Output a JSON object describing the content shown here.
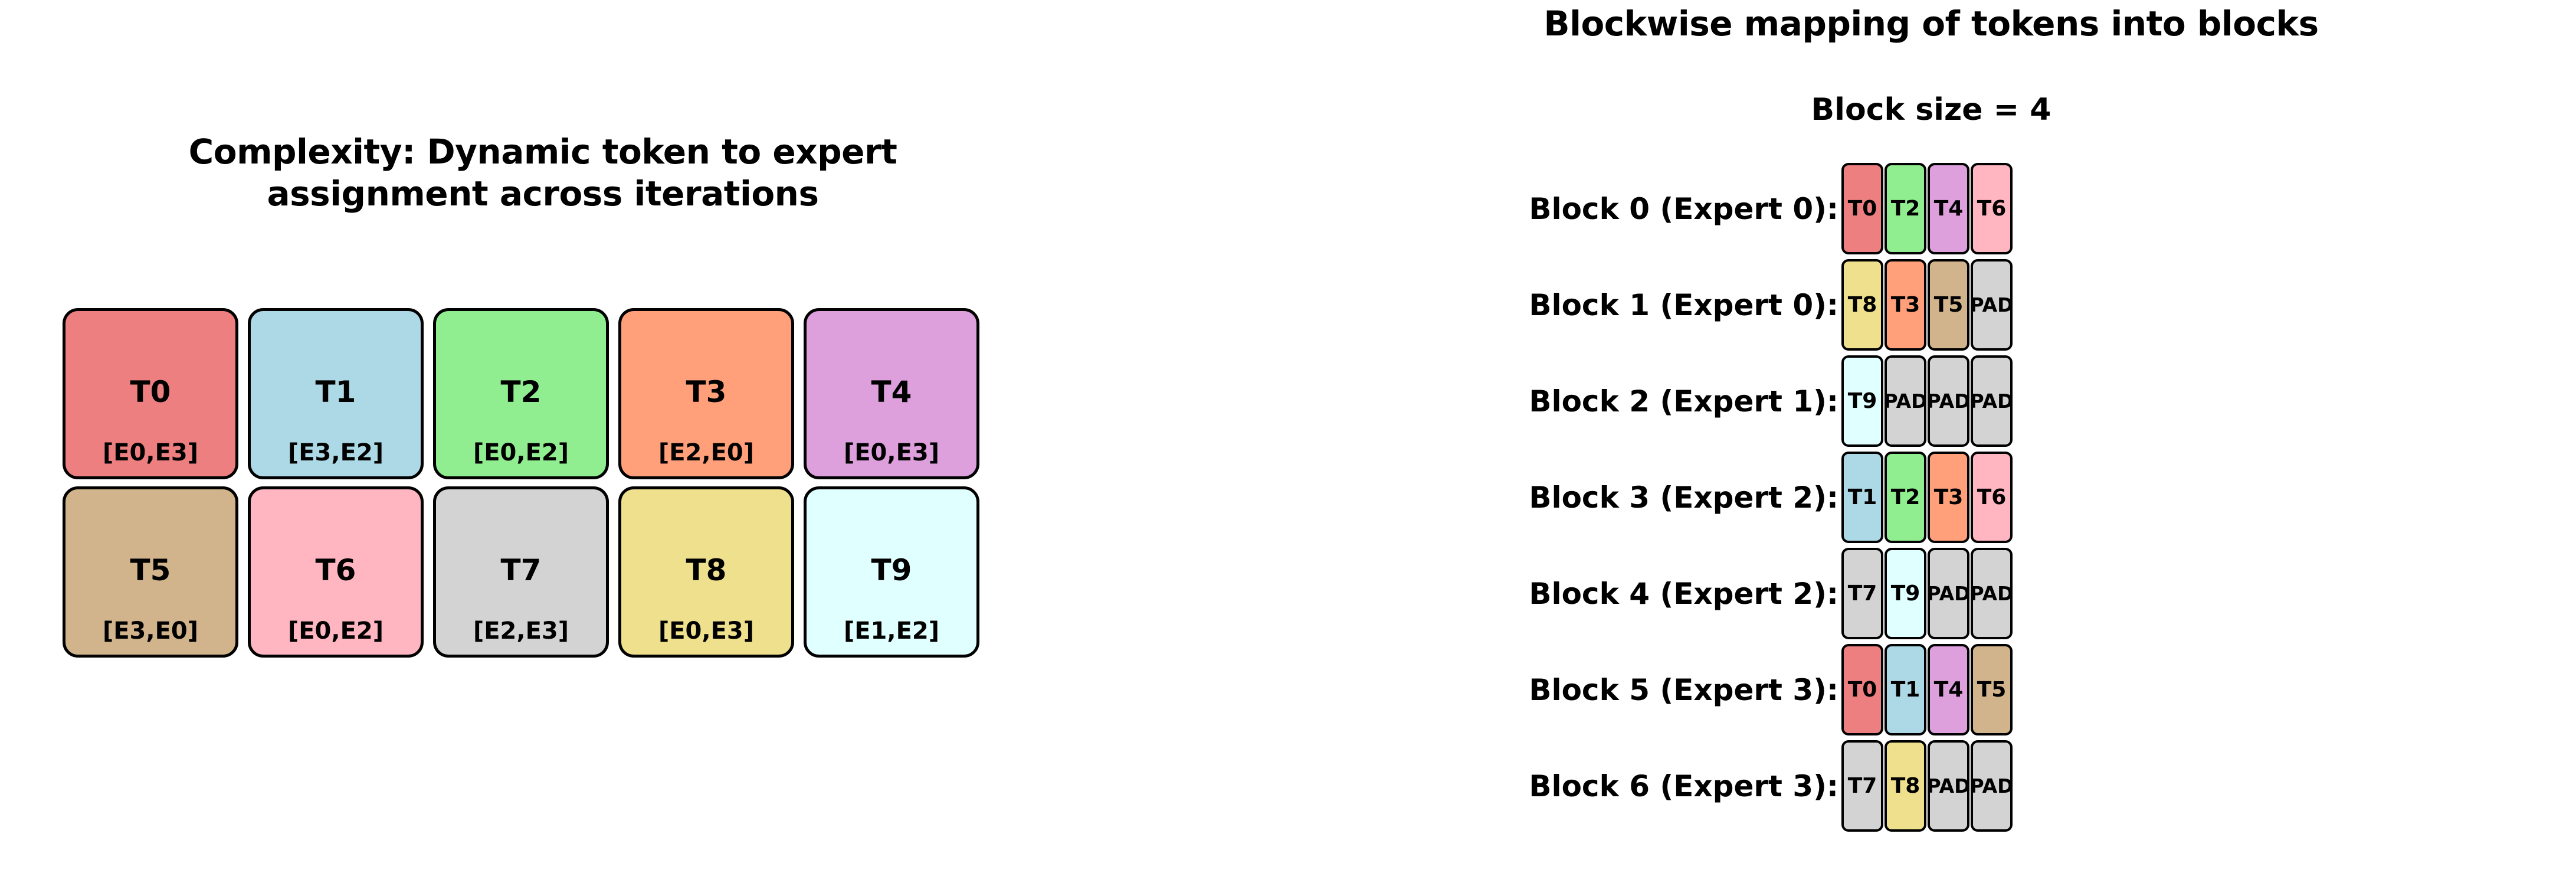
{
  "colors": {
    "red": "#EE7F80",
    "lightblue": "#ADD8E6",
    "green": "#90EE90",
    "orange": "#FFA07A",
    "purple": "#DDA0DD",
    "tan": "#D2B48C",
    "pink": "#FFB6C1",
    "gray": "#D3D3D3",
    "yellow": "#EEE08C",
    "cyan": "#E0FFFF",
    "border": "#000000",
    "background": "#FFFFFF"
  },
  "left": {
    "title": "Complexity: Dynamic token to expert\nassignment across iterations",
    "title_line1": "Complexity: Dynamic token to expert",
    "title_line2": "assignment across iterations",
    "tokens": [
      {
        "id": "T0",
        "experts": "[E0,E3]",
        "color": "#EE7F80"
      },
      {
        "id": "T1",
        "experts": "[E3,E2]",
        "color": "#ADD8E6"
      },
      {
        "id": "T2",
        "experts": "[E0,E2]",
        "color": "#90EE90"
      },
      {
        "id": "T3",
        "experts": "[E2,E0]",
        "color": "#FFA07A"
      },
      {
        "id": "T4",
        "experts": "[E0,E3]",
        "color": "#DDA0DD"
      },
      {
        "id": "T5",
        "experts": "[E3,E0]",
        "color": "#D2B48C"
      },
      {
        "id": "T6",
        "experts": "[E0,E2]",
        "color": "#FFB6C1"
      },
      {
        "id": "T7",
        "experts": "[E2,E3]",
        "color": "#D3D3D3"
      },
      {
        "id": "T8",
        "experts": "[E0,E3]",
        "color": "#EEE08C"
      },
      {
        "id": "T9",
        "experts": "[E1,E2]",
        "color": "#E0FFFF"
      }
    ]
  },
  "right": {
    "title": "Blockwise mapping of tokens into blocks",
    "subtitle": "Block size = 4",
    "block_size": 4,
    "blocks": [
      {
        "label": "Block 0 (Expert 0):",
        "cells": [
          {
            "text": "T0",
            "color": "#EE7F80"
          },
          {
            "text": "T2",
            "color": "#90EE90"
          },
          {
            "text": "T4",
            "color": "#DDA0DD"
          },
          {
            "text": "T6",
            "color": "#FFB6C1"
          }
        ]
      },
      {
        "label": "Block 1 (Expert 0):",
        "cells": [
          {
            "text": "T8",
            "color": "#EEE08C"
          },
          {
            "text": "T3",
            "color": "#FFA07A"
          },
          {
            "text": "T5",
            "color": "#D2B48C"
          },
          {
            "text": "PAD",
            "color": "#D3D3D3"
          }
        ]
      },
      {
        "label": "Block 2 (Expert 1):",
        "cells": [
          {
            "text": "T9",
            "color": "#E0FFFF"
          },
          {
            "text": "PAD",
            "color": "#D3D3D3"
          },
          {
            "text": "PAD",
            "color": "#D3D3D3"
          },
          {
            "text": "PAD",
            "color": "#D3D3D3"
          }
        ]
      },
      {
        "label": "Block 3 (Expert 2):",
        "cells": [
          {
            "text": "T1",
            "color": "#ADD8E6"
          },
          {
            "text": "T2",
            "color": "#90EE90"
          },
          {
            "text": "T3",
            "color": "#FFA07A"
          },
          {
            "text": "T6",
            "color": "#FFB6C1"
          }
        ]
      },
      {
        "label": "Block 4 (Expert 2):",
        "cells": [
          {
            "text": "T7",
            "color": "#D3D3D3"
          },
          {
            "text": "T9",
            "color": "#E0FFFF"
          },
          {
            "text": "PAD",
            "color": "#D3D3D3"
          },
          {
            "text": "PAD",
            "color": "#D3D3D3"
          }
        ]
      },
      {
        "label": "Block 5 (Expert 3):",
        "cells": [
          {
            "text": "T0",
            "color": "#EE7F80"
          },
          {
            "text": "T1",
            "color": "#ADD8E6"
          },
          {
            "text": "T4",
            "color": "#DDA0DD"
          },
          {
            "text": "T5",
            "color": "#D2B48C"
          }
        ]
      },
      {
        "label": "Block 6 (Expert 3):",
        "cells": [
          {
            "text": "T7",
            "color": "#D3D3D3"
          },
          {
            "text": "T8",
            "color": "#EEE08C"
          },
          {
            "text": "PAD",
            "color": "#D3D3D3"
          },
          {
            "text": "PAD",
            "color": "#D3D3D3"
          }
        ]
      }
    ]
  }
}
